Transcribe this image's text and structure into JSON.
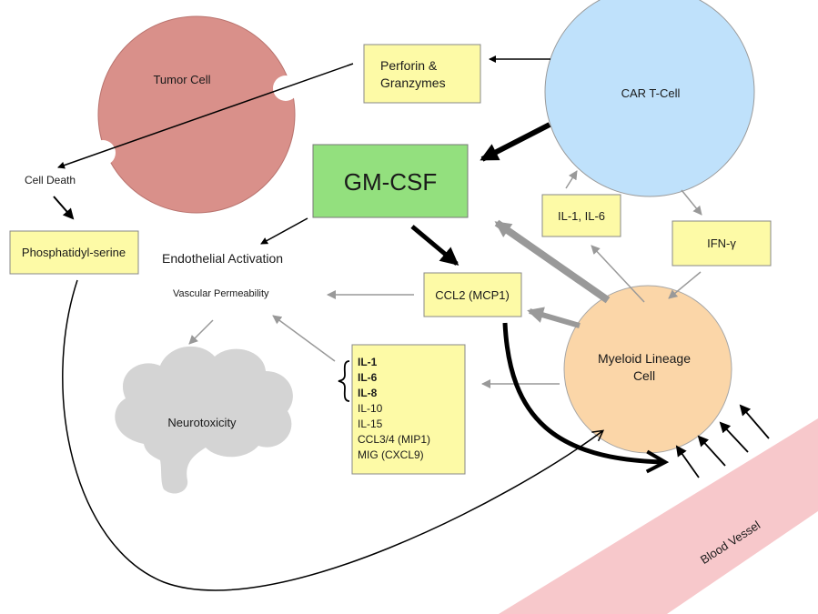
{
  "nodes": {
    "tumor_cell": "Tumor Cell",
    "car_t_cell": "CAR T-Cell",
    "perforin": [
      "Perforin &",
      "Granzymes"
    ],
    "gm_csf": "GM-CSF",
    "cell_death": "Cell Death",
    "phosphatidyl_serine": "Phosphatidyl-serine",
    "endothelial_activation": "Endothelial Activation",
    "vascular_permeability": "Vascular Permeability",
    "ccl2": "CCL2 (MCP1)",
    "il1_il6": "IL-1, IL-6",
    "ifn_gamma": "IFN-γ",
    "myeloid_cell": [
      "Myeloid Lineage",
      "Cell"
    ],
    "neurotoxicity": "Neurotoxicity",
    "blood_vessel": "Blood Vessel"
  },
  "cytokine_list": {
    "bold_items": [
      "IL-1",
      "IL-6",
      "IL-8"
    ],
    "items": [
      "IL-10",
      "IL-15",
      "CCL3/4 (MIP1)",
      "MIG (CXCL9)"
    ]
  },
  "colors": {
    "tumor_fill": "#d9908a",
    "car_t_fill": "#bfe1fb",
    "myeloid_fill": "#fbd6a8",
    "yellow_box": "#fdfaa6",
    "gm_csf_box": "#93e07e",
    "blood_vessel": "#f7c8cb",
    "brain": "#d4d4d4",
    "grey_arrow": "#999999",
    "black_arrow": "#000000"
  },
  "icons": {
    "brain": "brain-icon",
    "bracket": "curly-brace-icon"
  }
}
